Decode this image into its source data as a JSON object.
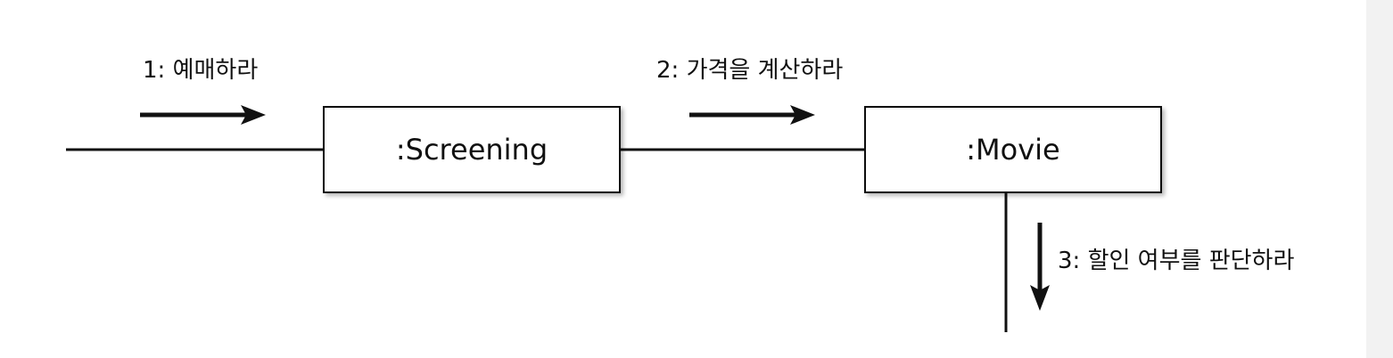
{
  "objects": {
    "screening": {
      "label": ":Screening"
    },
    "movie": {
      "label": ":Movie"
    }
  },
  "messages": {
    "m1": {
      "label": "1: 예매하라"
    },
    "m2": {
      "label": "2: 가격을 계산하라"
    },
    "m3": {
      "label": "3: 할인 여부를 판단하라"
    }
  },
  "colors": {
    "line": "#111111",
    "box_fill": "#ffffff",
    "box_shadow": "#bbbbbb",
    "gutter": "#f2f2f2"
  }
}
